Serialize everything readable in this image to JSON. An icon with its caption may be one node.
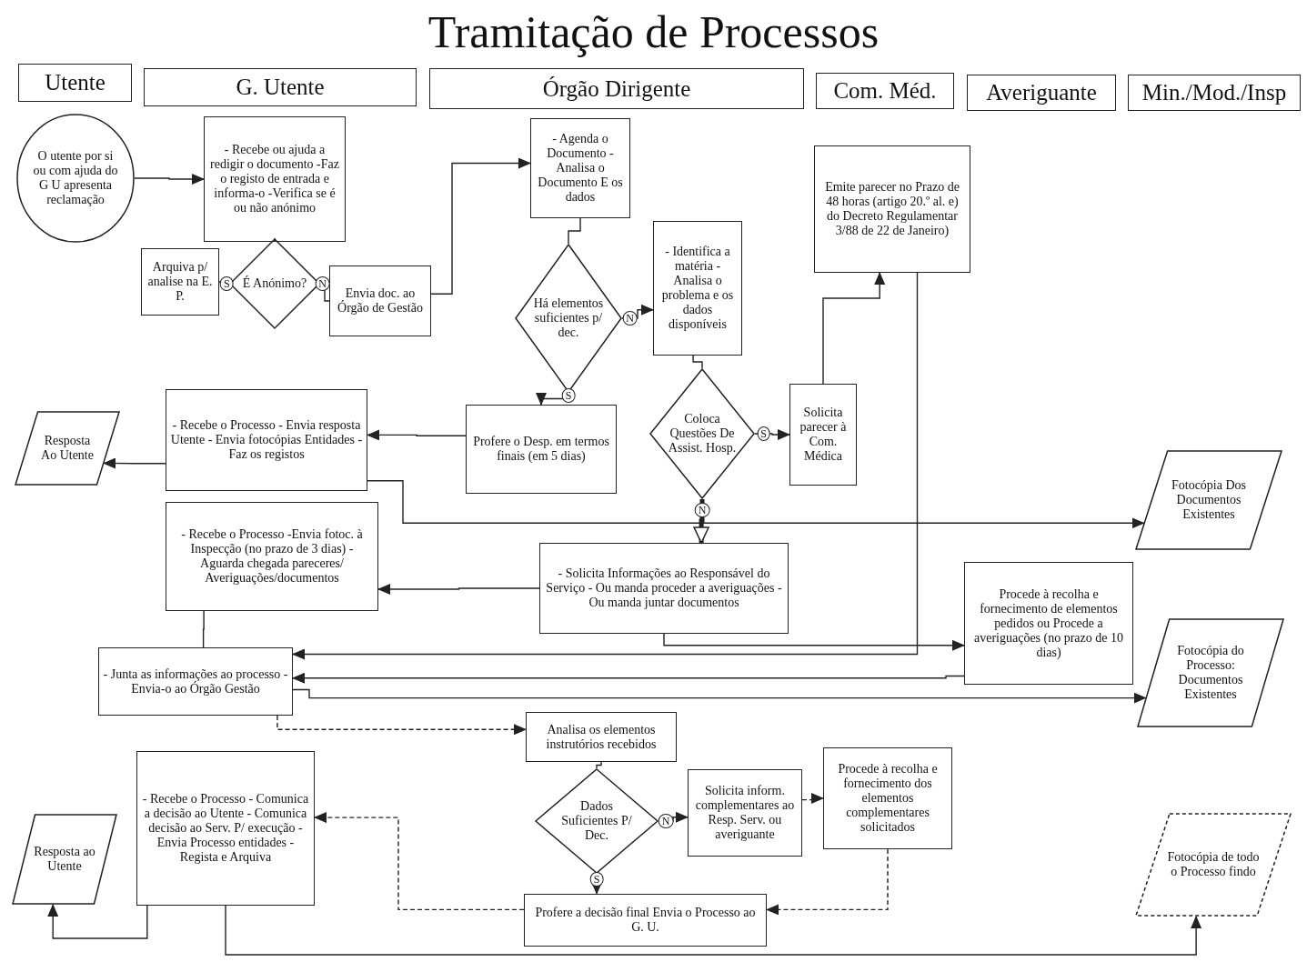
{
  "diagram": {
    "title": "Tramitação de Processos",
    "nodes": [
      {
        "text": [
          "Utente"
        ]
      },
      {
        "text": [
          "G. Utente"
        ]
      },
      {
        "text": [
          "Órgão Dirigente"
        ]
      },
      {
        "text": [
          "Com. Méd."
        ]
      },
      {
        "text": [
          "Averiguante"
        ]
      },
      {
        "text": [
          "Min./Mod./Insp"
        ]
      },
      {
        "text": [
          "O utente por si ou com ajuda do G U apresenta reclamação"
        ]
      },
      {
        "text": [
          "- Recebe ou ajuda a redigir o documento -Faz o registo de entrada e informa-o -Verifica se é ou não anónimo"
        ]
      },
      {
        "text": [
          "- Agenda o Documento - Analisa o Documento E os dados"
        ]
      },
      {
        "text": [
          "Emite parecer no Prazo de 48 horas (artigo 20.º al. e) do Decreto Regulamentar 3/88 de 22 de Janeiro)"
        ]
      },
      {
        "text": [
          "Arquiva p/ analise na E. P."
        ]
      },
      {
        "text": [
          "É Anónimo?"
        ]
      },
      {
        "text": [
          "Envia doc. ao Órgão de Gestão"
        ]
      },
      {
        "text": [
          "Há elementos suficientes p/ dec."
        ]
      },
      {
        "text": [
          "- Identifica a matéria - Analisa o problema e os dados disponíveis"
        ]
      },
      {
        "text": [
          "Coloca Questões De Assist. Hosp."
        ]
      },
      {
        "text": [
          "Solicita parecer à Com. Médica"
        ]
      },
      {
        "text": [
          "Resposta Ao Utente"
        ]
      },
      {
        "text": [
          "- Recebe o Processo - Envia resposta Utente - Envia fotocópias Entidades - Faz os registos"
        ]
      },
      {
        "text": [
          "Profere o Desp. em termos finais (em 5 dias)"
        ]
      },
      {
        "text": [
          "Fotocópia Dos Documentos Existentes"
        ]
      },
      {
        "text": [
          "- Recebe o Processo -Envia fotoc. à Inspecção (no prazo de 3 dias) - Aguarda chegada pareceres/ Averiguações/documentos"
        ]
      },
      {
        "text": [
          "- Solicita Informações ao Responsável do Serviço - Ou manda proceder a averiguações - Ou manda juntar documentos"
        ]
      },
      {
        "text": [
          "Procede à recolha e fornecimento de elementos pedidos ou Procede a averiguações (no prazo de 10 dias)"
        ]
      },
      {
        "text": [
          "- Junta as informações ao processo - Envia-o ao Órgão Gestão"
        ]
      },
      {
        "text": [
          "Fotocópia do Processo: Documentos Existentes"
        ]
      },
      {
        "text": [
          "Analisa os elementos instrutórios recebidos"
        ]
      },
      {
        "text": [
          "- Recebe o Processo - Comunica a decisão ao Utente - Comunica decisão ao Serv. P/ execução -Envia Processo entidades -Regista e Arquiva"
        ]
      },
      {
        "text": [
          "Dados Suficientes P/ Dec."
        ]
      },
      {
        "text": [
          "Solicita inform. complementares ao Resp. Serv. ou averiguante"
        ]
      },
      {
        "text": [
          "Procede à recolha e fornecimento dos elementos complementares solicitados"
        ]
      },
      {
        "text": [
          "Resposta ao Utente"
        ]
      },
      {
        "text": [
          "Profere a decisão final Envia o Processo ao G. U."
        ]
      },
      {
        "text": [
          "Fotocópia de todo o Processo findo"
        ]
      }
    ],
    "edges": [
      {
        "from": 6,
        "to": 7,
        "arrow": "to"
      },
      {
        "from": 7,
        "to": 11,
        "arrow": "none"
      },
      {
        "from": 11,
        "to": 10,
        "arrow": "none",
        "label": "S"
      },
      {
        "from": 11,
        "to": 12,
        "arrow": "none",
        "label": "N"
      },
      {
        "from": 12,
        "to": 8,
        "arrow": "to"
      },
      {
        "from": 8,
        "to": 13,
        "arrow": "none"
      },
      {
        "from": 13,
        "to": 14,
        "arrow": "to",
        "label": "N"
      },
      {
        "from": 13,
        "to": 19,
        "arrow": "to",
        "label": "S"
      },
      {
        "from": 14,
        "to": 15,
        "arrow": "none"
      },
      {
        "from": 15,
        "to": 16,
        "arrow": "to",
        "label": "S"
      },
      {
        "from": 16,
        "to": 9,
        "arrow": "to"
      },
      {
        "from": 15,
        "to": 22,
        "arrow": "to",
        "label": "N",
        "style": "thick"
      },
      {
        "from": 19,
        "to": 18,
        "arrow": "to"
      },
      {
        "from": 18,
        "to": 17,
        "arrow": "to"
      },
      {
        "from": 18,
        "to": 20,
        "arrow": "to"
      },
      {
        "from": 22,
        "to": 21,
        "arrow": "to"
      },
      {
        "from": 22,
        "to": 23,
        "arrow": "to"
      },
      {
        "from": 21,
        "to": 24,
        "arrow": "none"
      },
      {
        "from": 9,
        "to": 24,
        "arrow": "to"
      },
      {
        "from": 23,
        "to": 24,
        "arrow": "to"
      },
      {
        "from": 24,
        "to": 25,
        "arrow": "to"
      },
      {
        "from": 24,
        "to": 26,
        "arrow": "to",
        "style": "dashed"
      },
      {
        "from": 26,
        "to": 28,
        "arrow": "none"
      },
      {
        "from": 28,
        "to": 29,
        "arrow": "to",
        "label": "N"
      },
      {
        "from": 28,
        "to": 32,
        "arrow": "to",
        "label": "S"
      },
      {
        "from": 29,
        "to": 30,
        "arrow": "to",
        "style": "dashed"
      },
      {
        "from": 30,
        "to": 32,
        "arrow": "to",
        "style": "dashed"
      },
      {
        "from": 32,
        "to": 27,
        "arrow": "to",
        "style": "dashed"
      },
      {
        "from": 27,
        "to": 31,
        "arrow": "to"
      },
      {
        "from": 27,
        "to": 33,
        "arrow": "to"
      }
    ]
  }
}
